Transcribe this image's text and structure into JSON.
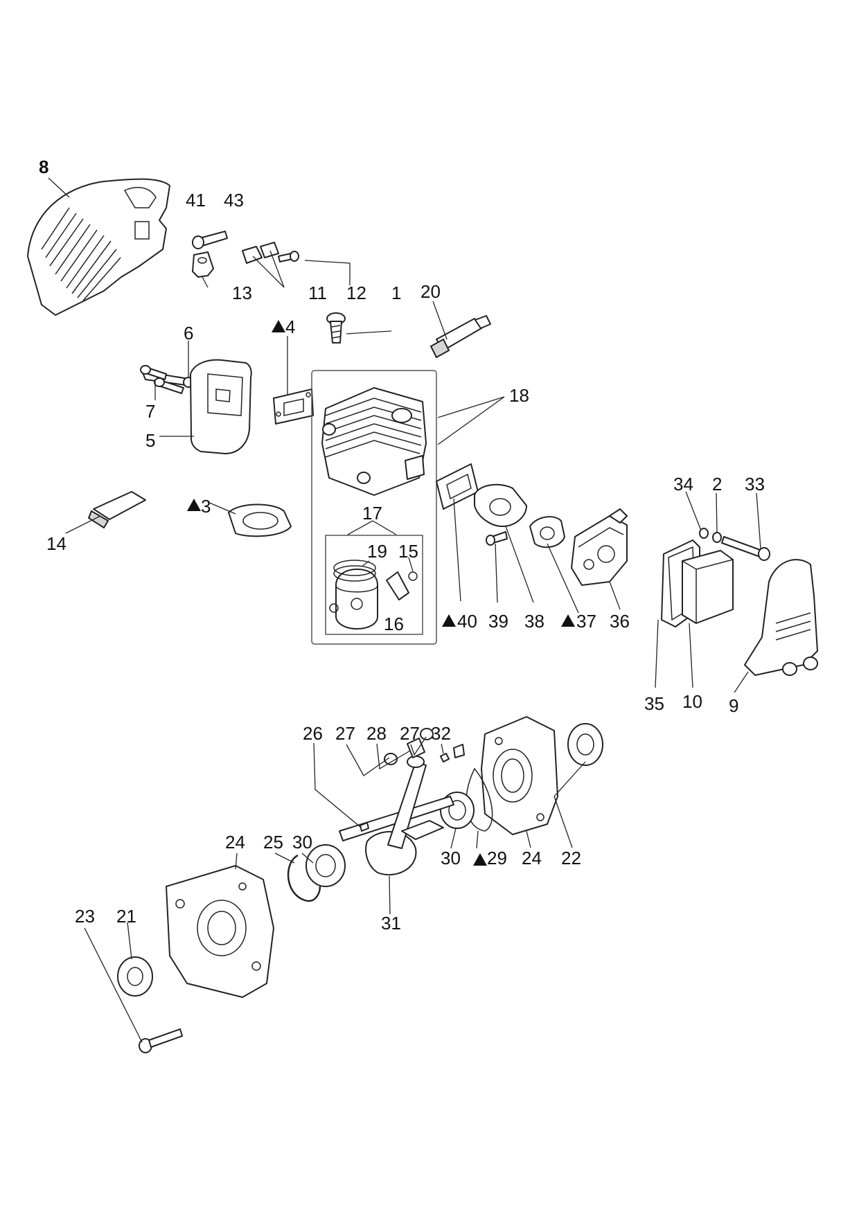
{
  "diagram": {
    "type": "exploded-parts-diagram",
    "colors": {
      "line": "#222222",
      "background": "#ffffff",
      "shade": "#d6d6d6"
    },
    "triangle_symbol": "▲",
    "callouts": {
      "p8": "8",
      "p41": "41",
      "p43": "43",
      "p13": "13",
      "p11": "11",
      "p12": "12",
      "p1": "1",
      "p20": "20",
      "p6": "6",
      "p4": "4",
      "p7": "7",
      "p5": "5",
      "p18": "18",
      "p14": "14",
      "p3": "3",
      "p17": "17",
      "p19": "19",
      "p15": "15",
      "p16": "16",
      "p40": "40",
      "p39": "39",
      "p38": "38",
      "p37": "37",
      "p36": "36",
      "p34": "34",
      "p2": "2",
      "p33": "33",
      "p35": "35",
      "p10": "10",
      "p9": "9",
      "p26": "26",
      "p27a": "27",
      "p28": "28",
      "p27b": "27",
      "p32": "32",
      "p24a": "24",
      "p25": "25",
      "p30a": "30",
      "p30b": "30",
      "p29": "29",
      "p24b": "24",
      "p22": "22",
      "p31": "31",
      "p23": "23",
      "p21": "21"
    }
  }
}
